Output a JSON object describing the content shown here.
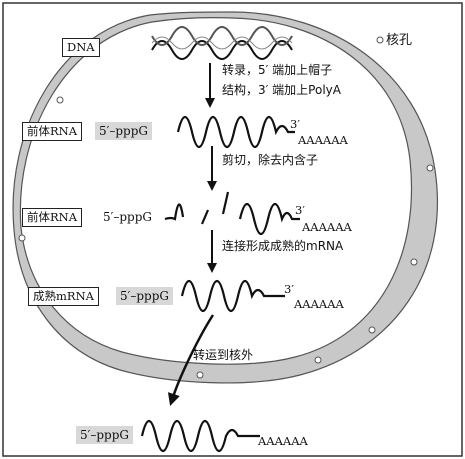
{
  "labels": {
    "dna": "DNA",
    "nuclear_pore": "核孔",
    "pre_rna_1": "前体RNA",
    "pre_rna_2": "前体RNA",
    "mature_mrna": "成熟mRNA"
  },
  "steps": {
    "transcription_line1": "转录，5′ 端加上帽子",
    "transcription_line2": "结构，3′ 端加上PolyA",
    "splicing": "剪切，除去内含子",
    "joining": "连接形成成熟的mRNA",
    "export": "转运到核外"
  },
  "ends": {
    "cap": "5′–pppG",
    "three_prime": "3′",
    "poly_a": "AAAAAA"
  }
}
